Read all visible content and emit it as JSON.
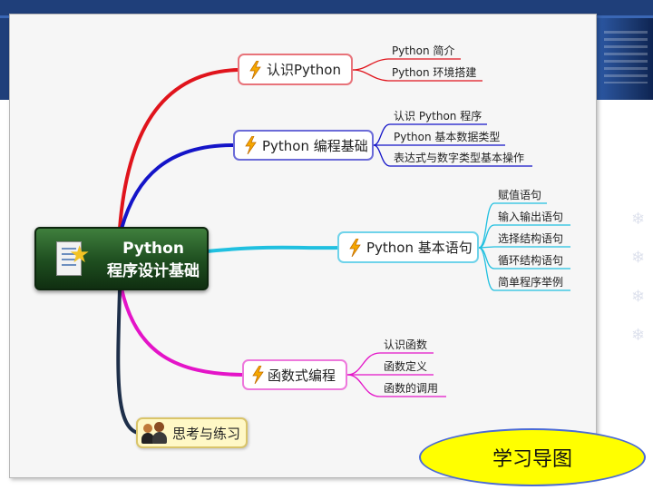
{
  "slide": {
    "caption": "学习导图"
  },
  "mindmap": {
    "central": {
      "line1": "Python",
      "line2": "程序设计基础"
    },
    "branches": [
      {
        "label": "认识Python",
        "color": "#e0141c",
        "items": [
          "Python 简介",
          "Python 环境搭建"
        ]
      },
      {
        "label": "Python 编程基础",
        "color": "#1414c8",
        "items": [
          "认识 Python 程序",
          "Python 基本数据类型",
          "表达式与数字类型基本操作"
        ]
      },
      {
        "label": "Python 基本语句",
        "color": "#20c0e0",
        "items": [
          "赋值语句",
          "输入输出语句",
          "选择结构语句",
          "循环结构语句",
          "简单程序举例"
        ]
      },
      {
        "label": "函数式编程",
        "color": "#e414c8",
        "items": [
          "认识函数",
          "函数定义",
          "函数的调用"
        ]
      },
      {
        "label": "思考与练习",
        "color": "#1e2f4a",
        "items": []
      }
    ]
  },
  "icons": {
    "branch_icon": "lightning-bolt-icon",
    "central_icon": "document-star-icon",
    "exercise_icon": "people-icon"
  }
}
